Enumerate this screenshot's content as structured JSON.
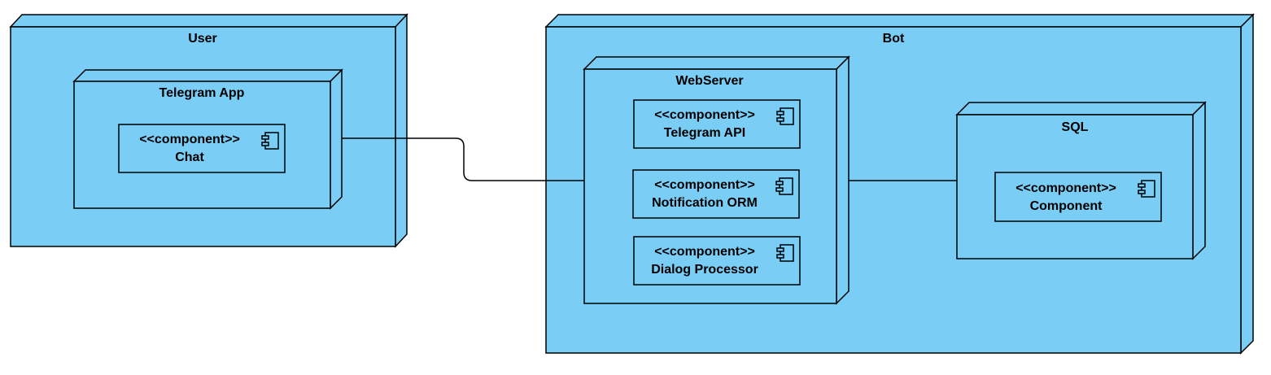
{
  "colors": {
    "node_fill": "#7acdf4",
    "stroke": "#000000",
    "background": "#ffffff"
  },
  "nodes": {
    "user": {
      "title": "User"
    },
    "telegram_app": {
      "title": "Telegram App"
    },
    "bot": {
      "title": "Bot"
    },
    "webserver": {
      "title": "WebServer"
    },
    "sql": {
      "title": "SQL"
    }
  },
  "components": {
    "chat": {
      "stereotype": "<<component>>",
      "name": "Chat",
      "icon": "component-icon"
    },
    "telegram_api": {
      "stereotype": "<<component>>",
      "name": "Telegram API",
      "icon": "component-icon"
    },
    "notification_orm": {
      "stereotype": "<<component>>",
      "name": "Notification ORM",
      "icon": "component-icon"
    },
    "dialog_processor": {
      "stereotype": "<<component>>",
      "name": "Dialog Processor",
      "icon": "component-icon"
    },
    "sql_component": {
      "stereotype": "<<component>>",
      "name": "Component",
      "icon": "component-icon"
    }
  },
  "connections": [
    {
      "from": "telegram_app",
      "to": "webserver"
    },
    {
      "from": "webserver",
      "to": "sql"
    }
  ]
}
